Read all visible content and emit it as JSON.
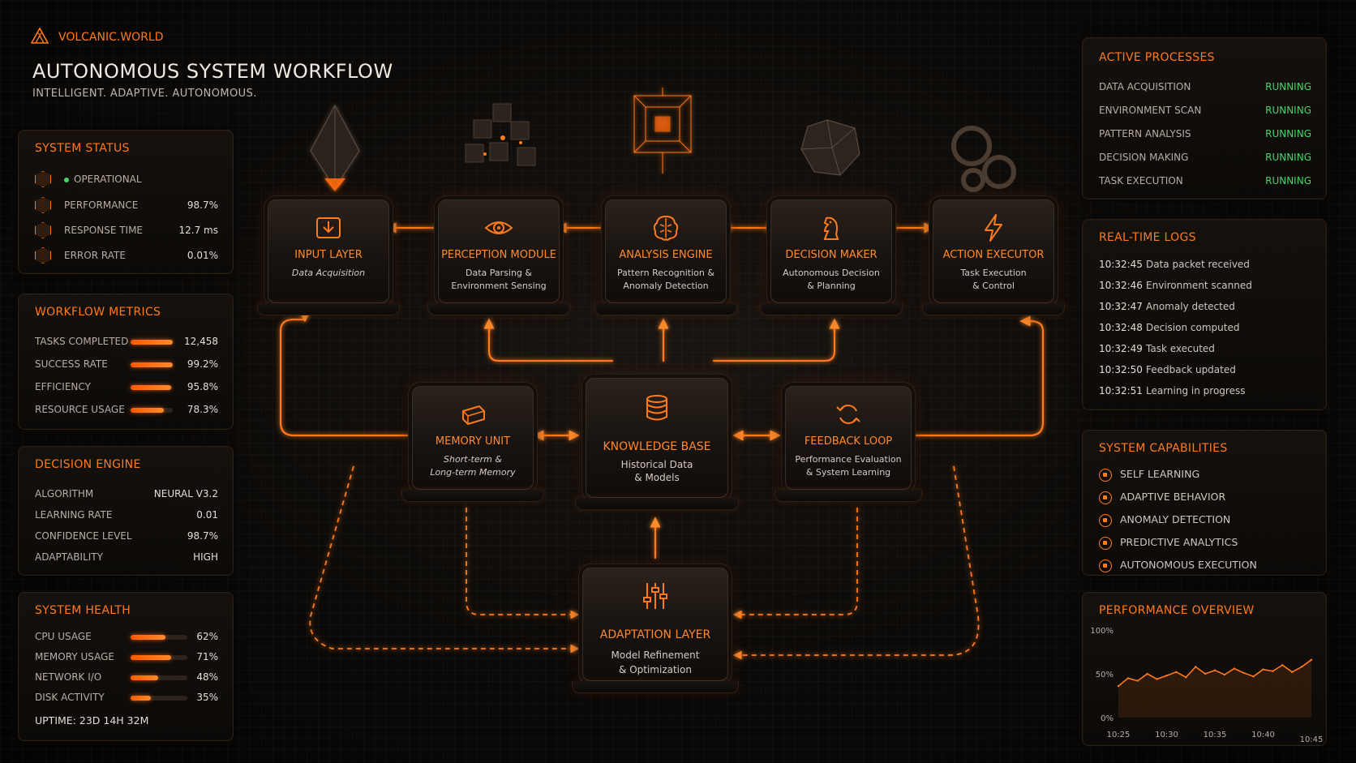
{
  "brand": {
    "name": "VOLCANIC.WORLD"
  },
  "header": {
    "title": "AUTONOMOUS SYSTEM WORKFLOW",
    "subtitle": "INTELLIGENT. ADAPTIVE. AUTONOMOUS."
  },
  "system_status": {
    "title": "SYSTEM STATUS",
    "items": [
      {
        "label": "OPERATIONAL",
        "value": ""
      },
      {
        "label": "PERFORMANCE",
        "value": "98.7%"
      },
      {
        "label": "RESPONSE TIME",
        "value": "12.7 ms"
      },
      {
        "label": "ERROR RATE",
        "value": "0.01%"
      }
    ]
  },
  "workflow_metrics": {
    "title": "WORKFLOW METRICS",
    "items": [
      {
        "label": "TASKS COMPLETED",
        "value": "12,458",
        "fill": 1.0
      },
      {
        "label": "SUCCESS RATE",
        "value": "99.2%",
        "fill": 0.992
      },
      {
        "label": "EFFICIENCY",
        "value": "95.8%",
        "fill": 0.958
      },
      {
        "label": "RESOURCE USAGE",
        "value": "78.3%",
        "fill": 0.783
      }
    ]
  },
  "decision_engine": {
    "title": "DECISION ENGINE",
    "items": [
      {
        "label": "ALGORITHM",
        "value": "NEURAL V3.2"
      },
      {
        "label": "LEARNING RATE",
        "value": "0.01"
      },
      {
        "label": "CONFIDENCE LEVEL",
        "value": "98.7%"
      },
      {
        "label": "ADAPTABILITY",
        "value": "HIGH"
      }
    ]
  },
  "system_health": {
    "title": "SYSTEM HEALTH",
    "items": [
      {
        "label": "CPU USAGE",
        "value": "62%",
        "fill": 0.62
      },
      {
        "label": "MEMORY USAGE",
        "value": "71%",
        "fill": 0.71
      },
      {
        "label": "NETWORK I/O",
        "value": "48%",
        "fill": 0.48
      },
      {
        "label": "DISK ACTIVITY",
        "value": "35%",
        "fill": 0.35
      }
    ],
    "uptime": "UPTIME: 23D 14H 32M"
  },
  "nodes": {
    "input": {
      "title": "INPUT LAYER",
      "desc": [
        "Data Acquisition"
      ]
    },
    "perception": {
      "title": "PERCEPTION MODULE",
      "desc": [
        "Data Parsing &",
        "Environment Sensing"
      ]
    },
    "analysis": {
      "title": "ANALYSIS ENGINE",
      "desc": [
        "Pattern Recognition &",
        "Anomaly Detection"
      ]
    },
    "decision": {
      "title": "DECISION MAKER",
      "desc": [
        "Autonomous Decision",
        "& Planning"
      ]
    },
    "action": {
      "title": "ACTION EXECUTOR",
      "desc": [
        "Task Execution",
        "& Control"
      ]
    },
    "memory": {
      "title": "MEMORY UNIT",
      "desc": [
        "Short-term &",
        "Long-term Memory"
      ]
    },
    "knowledge": {
      "title": "KNOWLEDGE BASE",
      "desc": [
        "Historical Data",
        "& Models"
      ]
    },
    "feedback": {
      "title": "FEEDBACK LOOP",
      "desc": [
        "Performance Evaluation",
        "& System Learning"
      ]
    },
    "adaptation": {
      "title": "ADAPTATION LAYER",
      "desc": [
        "Model Refinement",
        "& Optimization"
      ]
    }
  },
  "active_processes": {
    "title": "ACTIVE PROCESSES",
    "items": [
      {
        "label": "DATA ACQUISITION",
        "status": "RUNNING"
      },
      {
        "label": "ENVIRONMENT SCAN",
        "status": "RUNNING"
      },
      {
        "label": "PATTERN ANALYSIS",
        "status": "RUNNING"
      },
      {
        "label": "DECISION MAKING",
        "status": "RUNNING"
      },
      {
        "label": "TASK EXECUTION",
        "status": "RUNNING"
      }
    ],
    "status_color": "#4ad36a"
  },
  "realtime_logs": {
    "title": "REAL-TIME LOGS",
    "items": [
      {
        "time": "10:32:45",
        "message": "Data packet received"
      },
      {
        "time": "10:32:46",
        "message": "Environment scanned"
      },
      {
        "time": "10:32:47",
        "message": "Anomaly detected"
      },
      {
        "time": "10:32:48",
        "message": "Decision computed"
      },
      {
        "time": "10:32:49",
        "message": "Task executed"
      },
      {
        "time": "10:32:50",
        "message": "Feedback updated"
      },
      {
        "time": "10:32:51",
        "message": "Learning in progress"
      }
    ]
  },
  "capabilities": {
    "title": "SYSTEM CAPABILITIES",
    "items": [
      "SELF LEARNING",
      "ADAPTIVE BEHAVIOR",
      "ANOMALY DETECTION",
      "PREDICTIVE ANALYTICS",
      "AUTONOMOUS EXECUTION"
    ]
  },
  "performance_overview": {
    "title": "PERFORMANCE OVERVIEW"
  },
  "chart_data": {
    "type": "line",
    "title": "PERFORMANCE OVERVIEW",
    "xlabel": "",
    "ylabel": "",
    "x_ticks": [
      "10:25",
      "10:30",
      "10:35",
      "10:40",
      "10:45"
    ],
    "y_ticks": [
      "100%",
      "50%",
      "0%"
    ],
    "ylim": [
      0,
      100
    ],
    "xlim": [
      0,
      20
    ],
    "grid": false,
    "series": [
      {
        "values": [
          36,
          45,
          42,
          50,
          44,
          48,
          52,
          46,
          58,
          50,
          54,
          49,
          56,
          51,
          47,
          55,
          53,
          60,
          52,
          58,
          66
        ]
      }
    ],
    "color": "#ff7a1a"
  },
  "colors": {
    "accent": "#ff7a1a",
    "running": "#4ad36a",
    "background": "#050403"
  }
}
